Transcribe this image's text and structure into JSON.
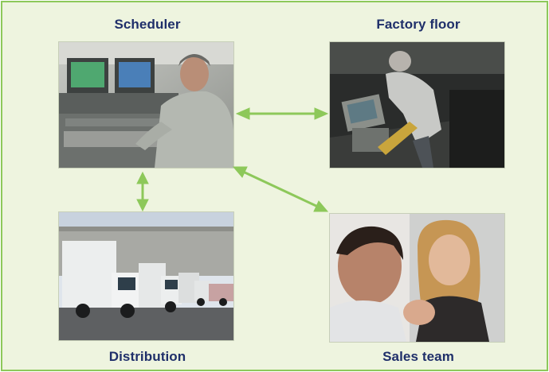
{
  "nodes": {
    "scheduler": {
      "label": "Scheduler"
    },
    "factory": {
      "label": "Factory floor"
    },
    "distribution": {
      "label": "Distribution"
    },
    "sales": {
      "label": "Sales team"
    }
  },
  "edges": [
    {
      "from": "scheduler",
      "to": "factory",
      "bidirectional": true
    },
    {
      "from": "scheduler",
      "to": "distribution",
      "bidirectional": true
    },
    {
      "from": "scheduler",
      "to": "sales",
      "bidirectional": true
    }
  ],
  "colors": {
    "background": "#eef4df",
    "border": "#8dc85a",
    "arrow": "#8dc85a",
    "label": "#1f2f6a"
  }
}
